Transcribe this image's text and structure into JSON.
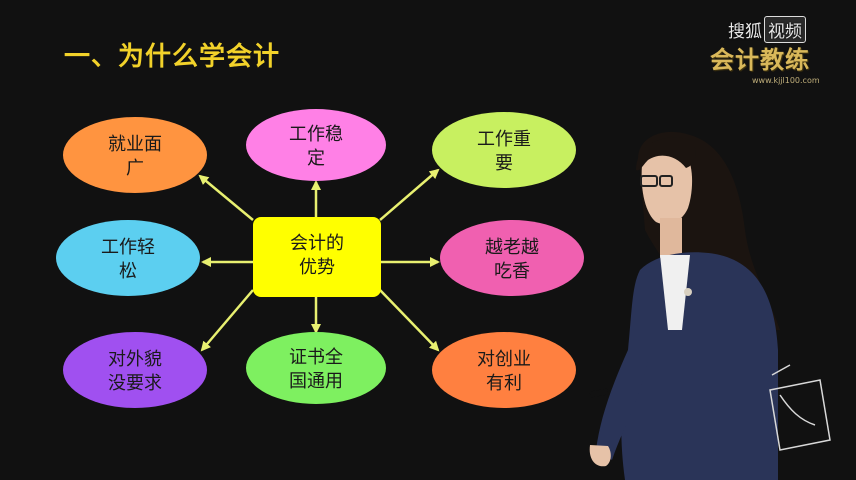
{
  "title": "一、为什么学会计",
  "watermark": {
    "channel": "搜狐",
    "channel_tag": "视频",
    "brand": "会计教练",
    "url": "www.kjjl100.com"
  },
  "diagram": {
    "center": {
      "lines": [
        "会计的",
        "优势"
      ],
      "color": "#ffff00"
    },
    "nodes": [
      {
        "id": "jiuye",
        "lines": [
          "就业面",
          "广"
        ],
        "color": "#ff9440"
      },
      {
        "id": "wending",
        "lines": [
          "工作稳",
          "定"
        ],
        "color": "#ff80e6"
      },
      {
        "id": "zhongyao",
        "lines": [
          "工作重",
          "要"
        ],
        "color": "#c8f060"
      },
      {
        "id": "qingsong",
        "lines": [
          "工作轻",
          "松"
        ],
        "color": "#5ccff0"
      },
      {
        "id": "chixiang",
        "lines": [
          "越老越",
          "吃香"
        ],
        "color": "#f060b0"
      },
      {
        "id": "maoyao",
        "lines": [
          "对外貌",
          "没要求"
        ],
        "color": "#a050f0"
      },
      {
        "id": "zhengshu",
        "lines": [
          "证书全",
          "国通用"
        ],
        "color": "#7ef060"
      },
      {
        "id": "chuangye",
        "lines": [
          "对创业",
          "有利"
        ],
        "color": "#ff8040"
      }
    ],
    "arrow_color": "#e8f070"
  }
}
